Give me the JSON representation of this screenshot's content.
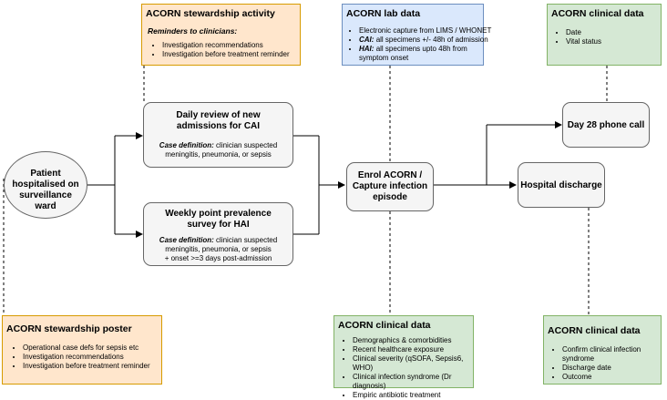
{
  "stewardship_activity": {
    "title": "ACORN stewardship activity",
    "subtitle": "Reminders to clinicians:",
    "items": [
      "Investigation recommendations",
      "Investigation before treatment reminder"
    ]
  },
  "lab_data": {
    "title": "ACORN lab data",
    "line1": "Electronic capture from LIMS / WHONET",
    "cai_label": "CAI:",
    "cai_text": "all specimens +/- 48h of admission",
    "hai_label": "HAI:",
    "hai_text": "all specimens upto 48h from symptom onset"
  },
  "clinical_top": {
    "title": "ACORN clinical data",
    "items": [
      "Date",
      "Vital status"
    ]
  },
  "patient": {
    "label": "Patient hospitalised on surveillance ward"
  },
  "daily_review": {
    "title": "Daily review of new admissions for CAI",
    "def_label": "Case definition:",
    "def_text": "clinician suspected meningitis, pneumonia, or sepsis"
  },
  "weekly_survey": {
    "title": "Weekly point prevalence survey for HAI",
    "def_label": "Case definition:",
    "def_text": "clinician suspected meningitis, pneumonia, or sepsis",
    "def_extra": "+ onset >=3 days post-admission"
  },
  "enrol": {
    "label": "Enrol ACORN / Capture infection episode"
  },
  "day28": {
    "label": "Day 28 phone call"
  },
  "discharge": {
    "label": "Hospital discharge"
  },
  "stewardship_poster": {
    "title": "ACORN stewardship poster",
    "items": [
      "Operational case defs for sepsis etc",
      "Investigation recommendations",
      "Investigation before treatment reminder"
    ]
  },
  "clinical_bottom_mid": {
    "title": "ACORN clinical data",
    "items": [
      "Demographics & comorbidities",
      "Recent healthcare exposure",
      "Clinical severity (qSOFA, Sepsis6, WHO)",
      "Clinical infection syndrome (Dr diagnosis)",
      "Empiric antibiotic treatment"
    ]
  },
  "clinical_bottom_right": {
    "title": "ACORN clinical data",
    "items": [
      "Confirm clinical infection syndrome",
      "Discharge date",
      "Outcome"
    ]
  }
}
